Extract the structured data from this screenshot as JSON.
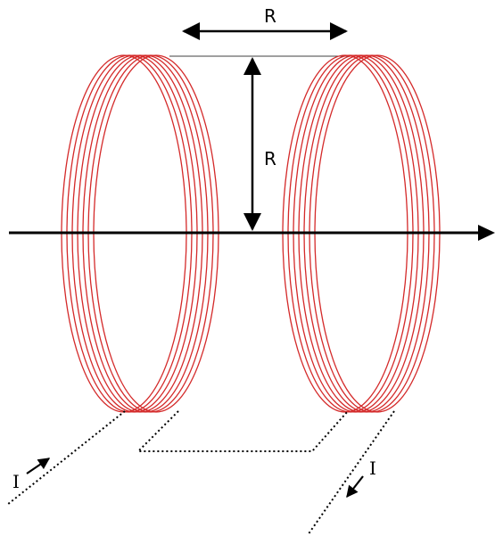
{
  "diagram": {
    "labels": {
      "separation": "R",
      "radius": "R",
      "current_in": "I",
      "current_out": "I"
    },
    "coils": {
      "turns_per_coil": 7,
      "count": 2
    },
    "colors": {
      "coil": "#d42a2a",
      "axis": "#000000",
      "wire": "#000000",
      "background": "#ffffff"
    }
  }
}
